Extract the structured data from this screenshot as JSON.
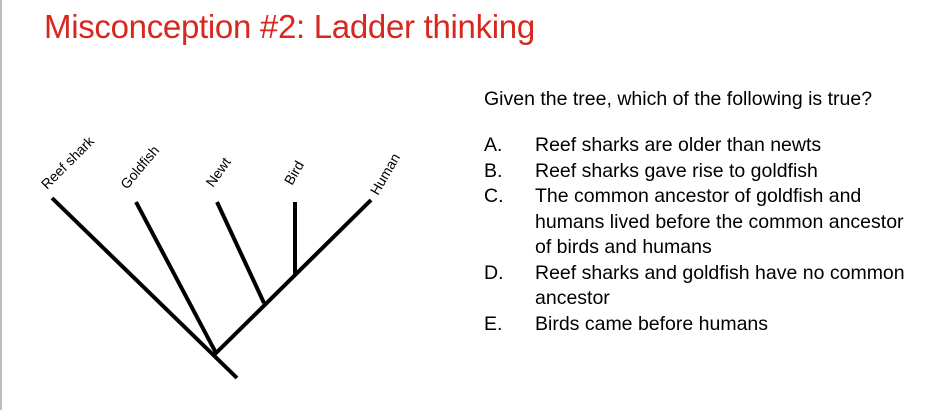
{
  "slide": {
    "title": "Misconception #2: Ladder thinking",
    "accent_color": "#d7281f"
  },
  "tree": {
    "taxa": [
      "Reef shark",
      "Goldfish",
      "Newt",
      "Bird",
      "Human"
    ]
  },
  "quiz": {
    "question": "Given the tree, which of the following is true?",
    "options": [
      {
        "letter": "A.",
        "text": "Reef sharks are older than newts"
      },
      {
        "letter": "B.",
        "text": "Reef sharks gave rise to goldfish"
      },
      {
        "letter": "C.",
        "text": "The common ancestor of goldfish and humans lived before the common ancestor of birds and humans"
      },
      {
        "letter": "D.",
        "text": "Reef sharks and goldfish have no common ancestor"
      },
      {
        "letter": "E.",
        "text": "Birds came before humans"
      }
    ]
  }
}
